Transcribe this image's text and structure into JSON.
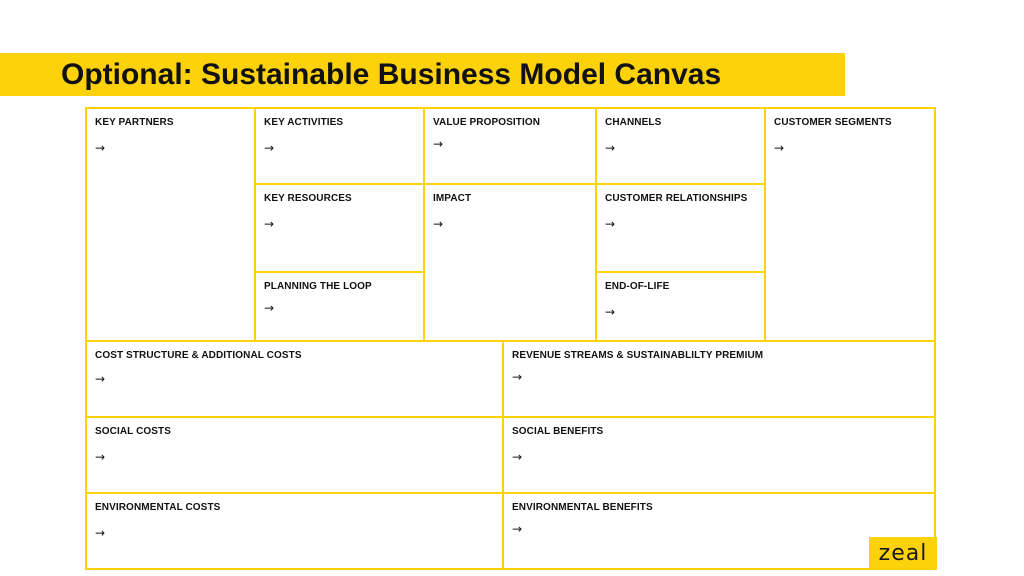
{
  "title": "Optional: Sustainable Business Model Canvas",
  "arrow": "→",
  "brand_color": "#FDD20B",
  "logo_text": "zeal",
  "cells": {
    "key_partners": {
      "title": "KEY PARTNERS"
    },
    "key_activities": {
      "title": "KEY ACTIVITIES"
    },
    "value_proposition": {
      "title": "VALUE PROPOSITION"
    },
    "channels": {
      "title": "CHANNELS"
    },
    "customer_segments": {
      "title": "CUSTOMER SEGMENTS"
    },
    "key_resources": {
      "title": "KEY RESOURCES"
    },
    "impact": {
      "title": "IMPACT"
    },
    "customer_relationships": {
      "title": "CUSTOMER RELATIONSHIPS"
    },
    "planning_the_loop": {
      "title": "PLANNING THE LOOP"
    },
    "end_of_life": {
      "title": "END-OF-LIFE"
    },
    "cost_structure": {
      "title": "COST STRUCTURE & ADDITIONAL COSTS"
    },
    "revenue_streams": {
      "title": "REVENUE STREAMS & SUSTAINABLILTY PREMIUM"
    },
    "social_costs": {
      "title": "SOCIAL COSTS"
    },
    "social_benefits": {
      "title": "SOCIAL BENEFITS"
    },
    "environmental_costs": {
      "title": "ENVIRONMENTAL COSTS"
    },
    "environmental_benefits": {
      "title": "ENVIRONMENTAL BENEFITS"
    }
  }
}
